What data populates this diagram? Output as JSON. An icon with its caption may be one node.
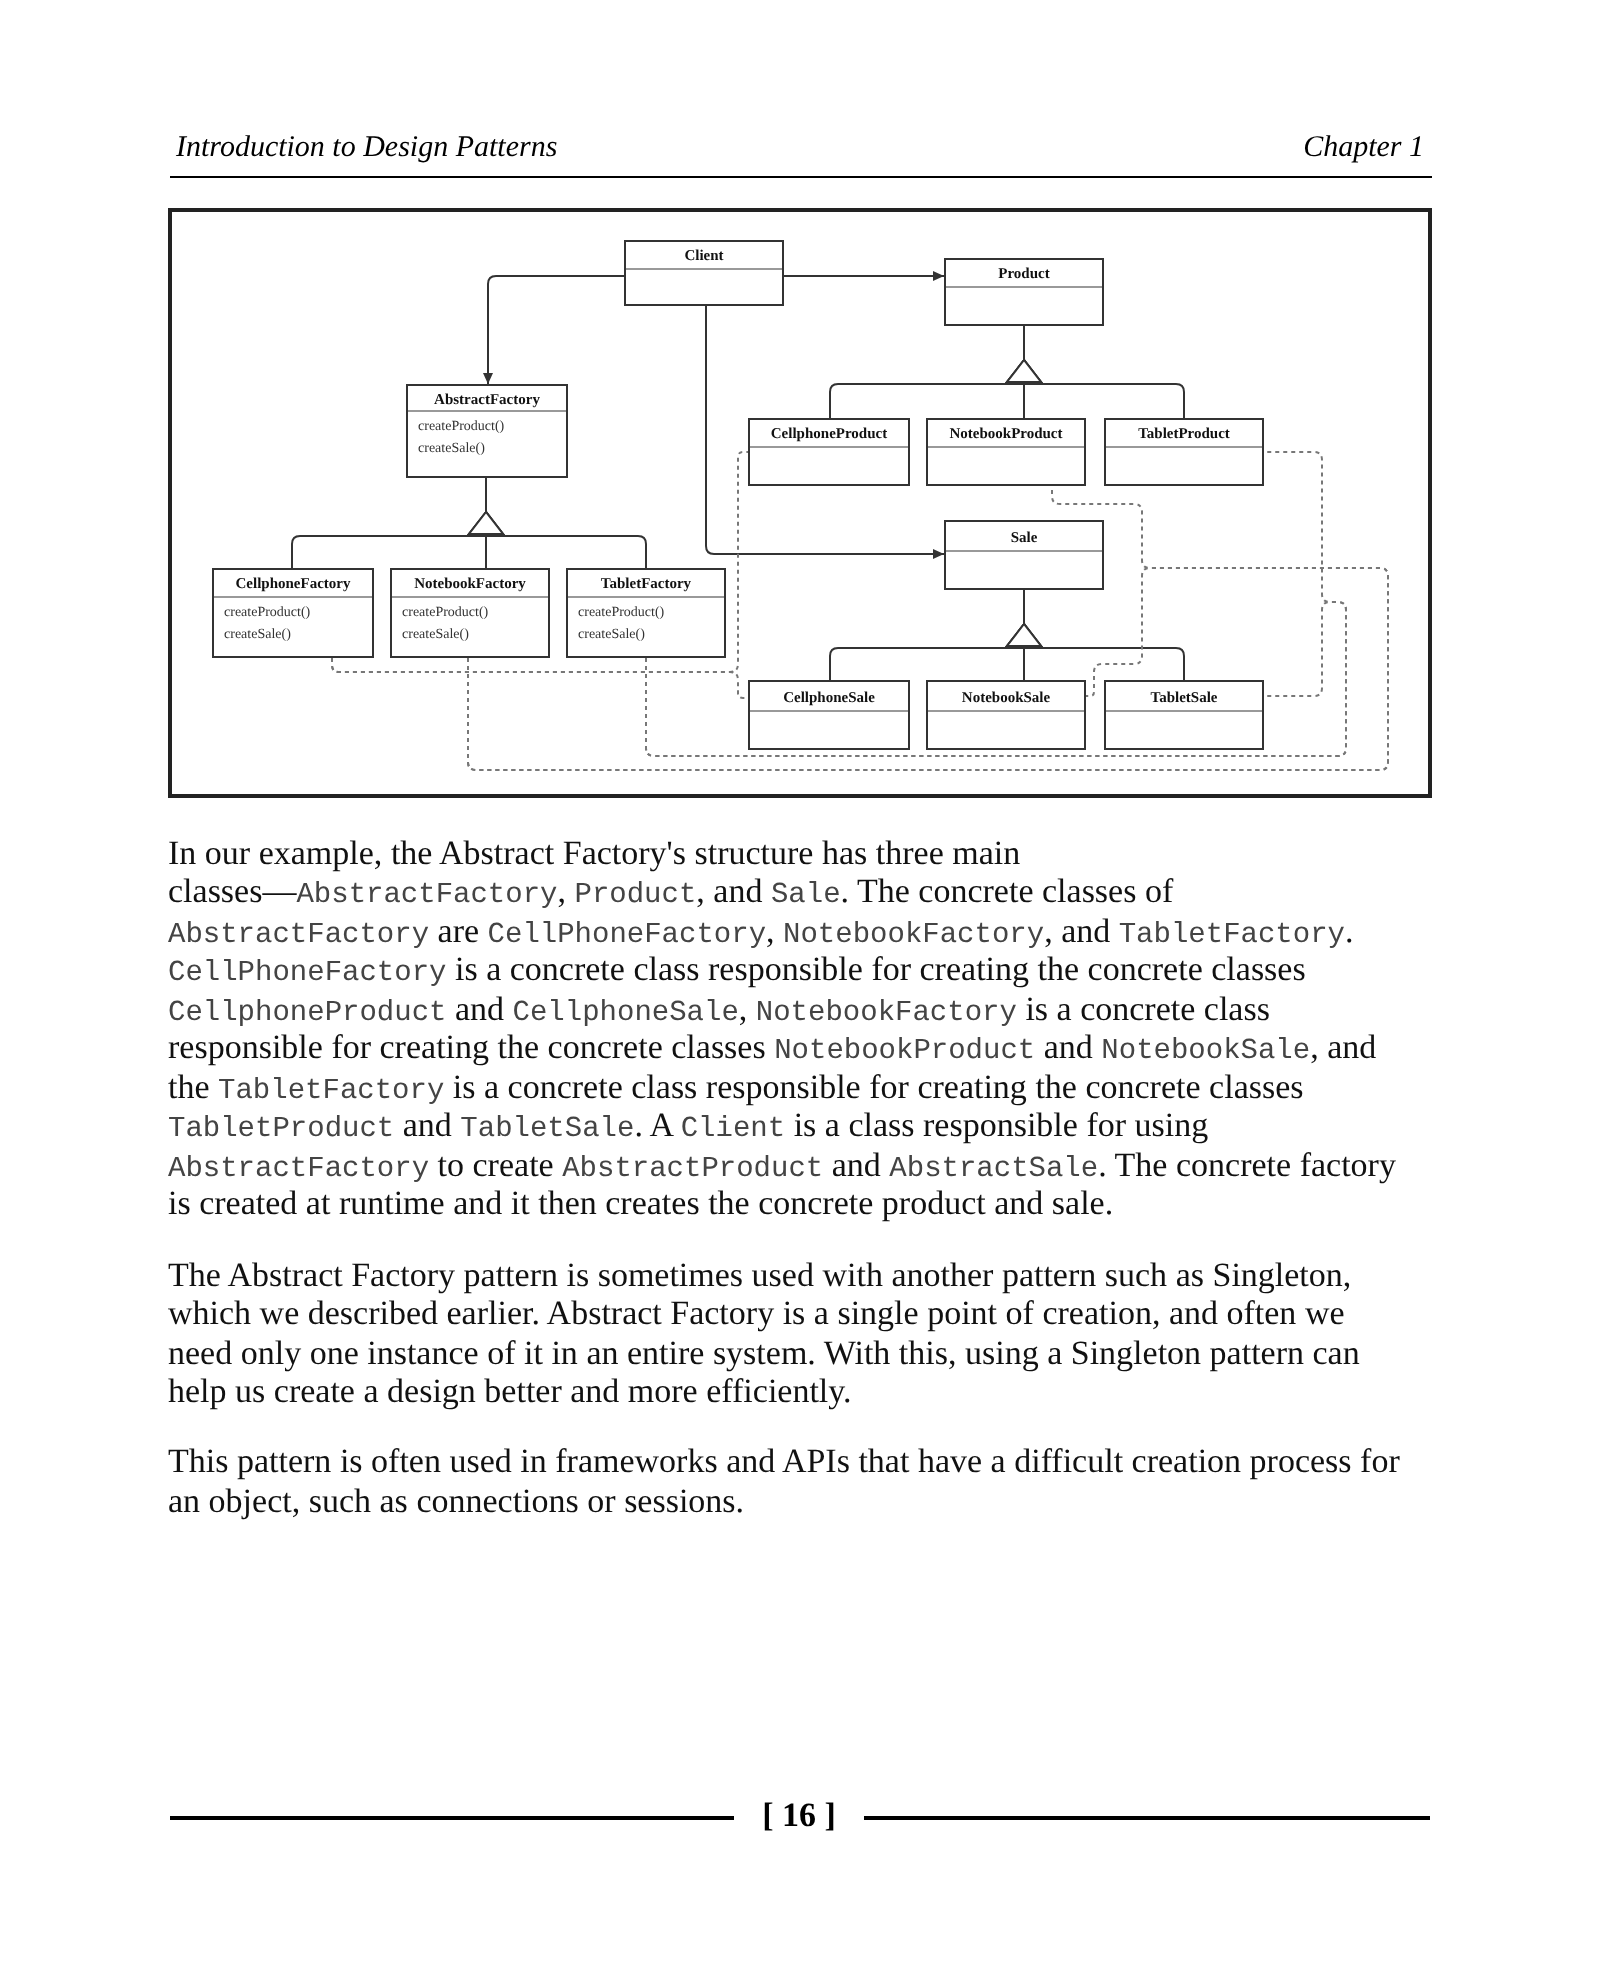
{
  "diagram": {
    "nodes": [
      {
        "text": [
          "Client"
        ]
      },
      {
        "text": [
          "Product"
        ]
      },
      {
        "text": [
          "AbstractFactory",
          "createProduct()",
          "createSale()"
        ]
      },
      {
        "text": [
          "CellphoneProduct"
        ]
      },
      {
        "text": [
          "NotebookProduct"
        ]
      },
      {
        "text": [
          "TabletProduct"
        ]
      },
      {
        "text": [
          "Sale"
        ]
      },
      {
        "text": [
          "CellphoneFactory",
          "createProduct()",
          "createSale()"
        ]
      },
      {
        "text": [
          "NotebookFactory",
          "createProduct()",
          "createSale()"
        ]
      },
      {
        "text": [
          "TabletFactory",
          "createProduct()",
          "createSale()"
        ]
      },
      {
        "text": [
          "CellphoneSale"
        ]
      },
      {
        "text": [
          "NotebookSale"
        ]
      },
      {
        "text": [
          "TabletSale"
        ]
      }
    ],
    "edges": [
      {
        "from": 0,
        "to": 2,
        "arrow": "to"
      },
      {
        "from": 0,
        "to": 1,
        "arrow": "to"
      },
      {
        "from": 0,
        "to": 6,
        "arrow": "to"
      },
      {
        "from": 3,
        "to": 1,
        "arrow": "to"
      },
      {
        "from": 4,
        "to": 1,
        "arrow": "to"
      },
      {
        "from": 5,
        "to": 1,
        "arrow": "to"
      },
      {
        "from": 7,
        "to": 2,
        "arrow": "to"
      },
      {
        "from": 8,
        "to": 2,
        "arrow": "to"
      },
      {
        "from": 9,
        "to": 2,
        "arrow": "to"
      },
      {
        "from": 10,
        "to": 6,
        "arrow": "to"
      },
      {
        "from": 11,
        "to": 6,
        "arrow": "to"
      },
      {
        "from": 12,
        "to": 6,
        "arrow": "to"
      },
      {
        "from": 7,
        "to": 3,
        "arrow": "none",
        "style": "dashed"
      },
      {
        "from": 7,
        "to": 10,
        "arrow": "none",
        "style": "dashed"
      },
      {
        "from": 8,
        "to": 4,
        "arrow": "none",
        "style": "dashed"
      },
      {
        "from": 8,
        "to": 11,
        "arrow": "none",
        "style": "dashed"
      },
      {
        "from": 9,
        "to": 5,
        "arrow": "none",
        "style": "dashed"
      },
      {
        "from": 9,
        "to": 12,
        "arrow": "none",
        "style": "dashed"
      }
    ],
    "labels": [
      "Introduction to Design Patterns",
      "Chapter 1",
      "In our example, the Abstract Factory's structure has three main classes—AbstractFactory, Product, and Sale. The concrete classes of AbstractFactory are CellPhoneFactory, NotebookFactory, and TabletFactory. CellPhoneFactory is a concrete class responsible for creating the concrete classes CellphoneProduct and CellphoneSale, NotebookFactory is a concrete class responsible for creating the concrete classes NotebookProduct and NotebookSale, and the TabletFactory is a concrete class responsible for creating the concrete classes TabletProduct and TabletSale. A Client is a class responsible for using AbstractFactory to create AbstractProduct and AbstractSale. The concrete factory is created at runtime and it then creates the concrete product and sale.",
      "The Abstract Factory pattern is sometimes used with another pattern such as Singleton, which we described earlier. Abstract Factory is a single point of creation, and often we need only one instance of it in an entire system. With this, using a Singleton pattern can help us create a design better and more efficiently.",
      "This pattern is often used in frameworks and APIs that have a difficult creation process for an object, such as connections or sessions.",
      "[ 16 ]"
    ]
  }
}
